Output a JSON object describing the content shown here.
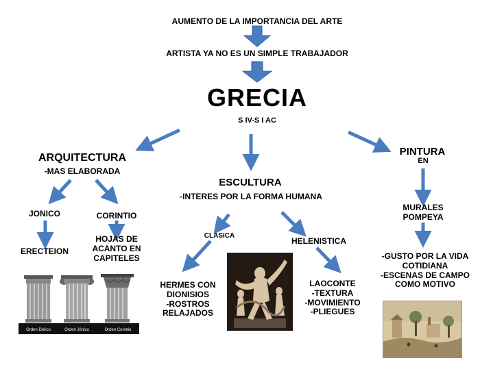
{
  "colors": {
    "arrow": "#4a7cc0",
    "arrow_stroke": "#2f5f9e",
    "text": "#000000",
    "background": "#ffffff"
  },
  "top": {
    "line1": "AUMENTO DE LA IMPORTANCIA DEL ARTE",
    "line2": "ARTISTA YA NO ES UN SIMPLE TRABAJADOR"
  },
  "center": {
    "title": "GRECIA",
    "subtitle": "S IV-S I AC"
  },
  "arquitectura": {
    "title": "ARQUITECTURA",
    "subtitle": "-MAS ELABORADA",
    "jonico": "JONICO",
    "corintio": "CORINTIO",
    "erecteion": "ERECTEION",
    "hojas": "HOJAS DE ACANTO EN CAPITELES",
    "image_captions": [
      "Orden Dórico",
      "Orden Jónico",
      "Orden Corintio"
    ]
  },
  "escultura": {
    "title": "ESCULTURA",
    "subtitle": "-INTERES POR LA FORMA HUMANA",
    "clasica": "CLASICA",
    "helenistica": "HELENISTICA",
    "clasica_items": [
      "HERMES CON",
      "DIONISIOS",
      "-ROSTROS",
      "RELAJADOS"
    ],
    "helenistica_items": [
      "LAOCONTE",
      "-TEXTURA",
      "-MOVIMIENTO",
      "-PLIEGUES"
    ]
  },
  "pintura": {
    "title": "PINTURA",
    "subtitle": "EN",
    "murales": [
      "MURALES",
      "POMPEYA"
    ],
    "items": [
      "-GUSTO POR LA VIDA",
      "COTIDIANA",
      "-ESCENAS DE CAMPO",
      "COMO MOTIVO"
    ]
  }
}
